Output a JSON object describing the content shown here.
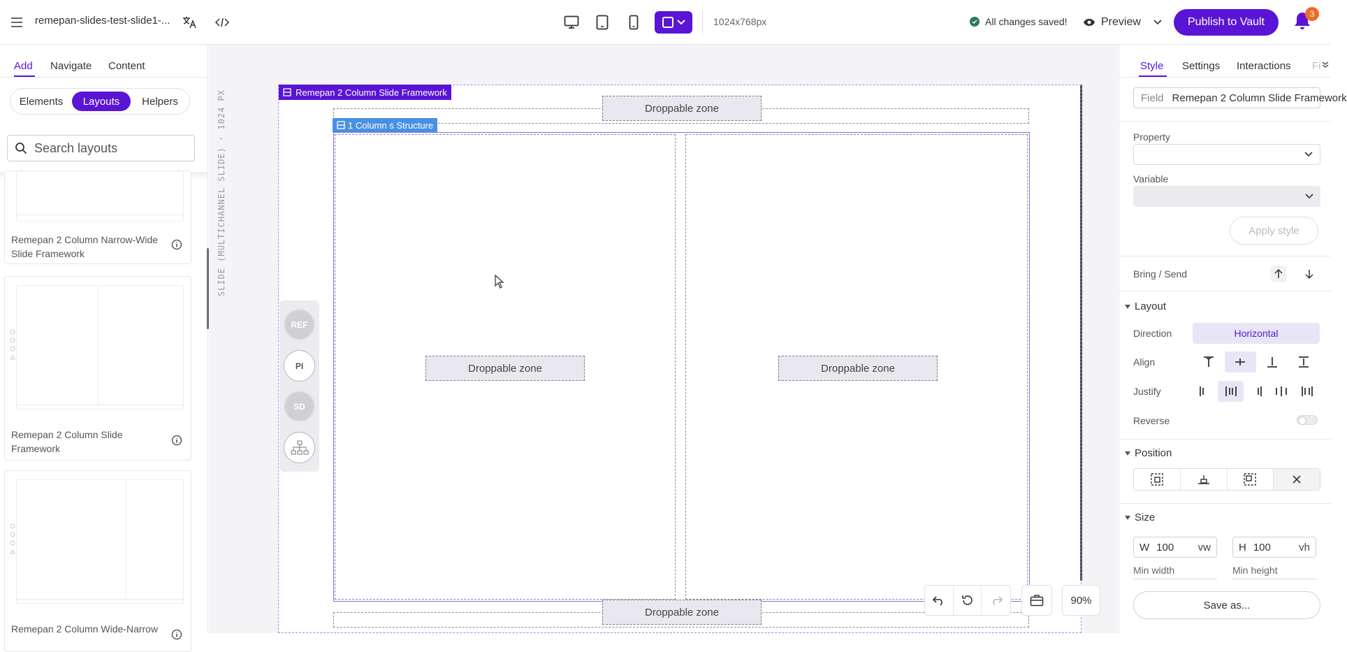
{
  "topbar": {
    "doc_title": "remepan-slides-test-slide1-...",
    "resolution": "1024x768px",
    "save_status": "All changes saved!",
    "preview_label": "Preview",
    "publish_label": "Publish to Vault",
    "notification_count": "3"
  },
  "left_panel": {
    "tabs": [
      "Add",
      "Navigate",
      "Content"
    ],
    "active_tab": "Add",
    "segments": [
      "Elements",
      "Layouts",
      "Helpers"
    ],
    "active_segment": "Layouts",
    "search_placeholder": "Search layouts",
    "cards": [
      {
        "label": "Remepan 2 Column Narrow-Wide Slide Framework"
      },
      {
        "label": "Remepan 2 Column Slide Framework"
      },
      {
        "label": "Remepan 2 Column Wide-Narrow"
      }
    ]
  },
  "canvas": {
    "ruler_label": "SLIDE (MULTICHANNEL SLIDE) · 1024 PX",
    "framework_tag": "Remepan 2 Column Slide Framework",
    "structure_tag": "1 Column s Structure",
    "dropzone_label": "Droppable zone",
    "pill_buttons": [
      "REF",
      "PI",
      "SD"
    ],
    "zoom": "90%"
  },
  "right_panel": {
    "tabs": [
      "Style",
      "Settings",
      "Interactions",
      "Fi"
    ],
    "active_tab": "Style",
    "field_key": "Field",
    "field_value": "Remepan 2 Column Slide Framework",
    "property_label": "Property",
    "variable_label": "Variable",
    "apply_style_label": "Apply style",
    "bring_send_label": "Bring / Send",
    "layout_section": "Layout",
    "direction_label": "Direction",
    "direction_value": "Horizontal",
    "align_label": "Align",
    "justify_label": "Justify",
    "reverse_label": "Reverse",
    "position_section": "Position",
    "size_section": "Size",
    "width_key": "W",
    "width_value": "100",
    "width_unit": "vw",
    "height_key": "H",
    "height_value": "100",
    "height_unit": "vh",
    "min_width_label": "Min width",
    "min_height_label": "Min height",
    "save_as_label": "Save as..."
  },
  "colors": {
    "brand": "#5a14d6",
    "structure": "#4a90e2",
    "badge": "#ef6b2a",
    "saved": "#2a7a56"
  }
}
